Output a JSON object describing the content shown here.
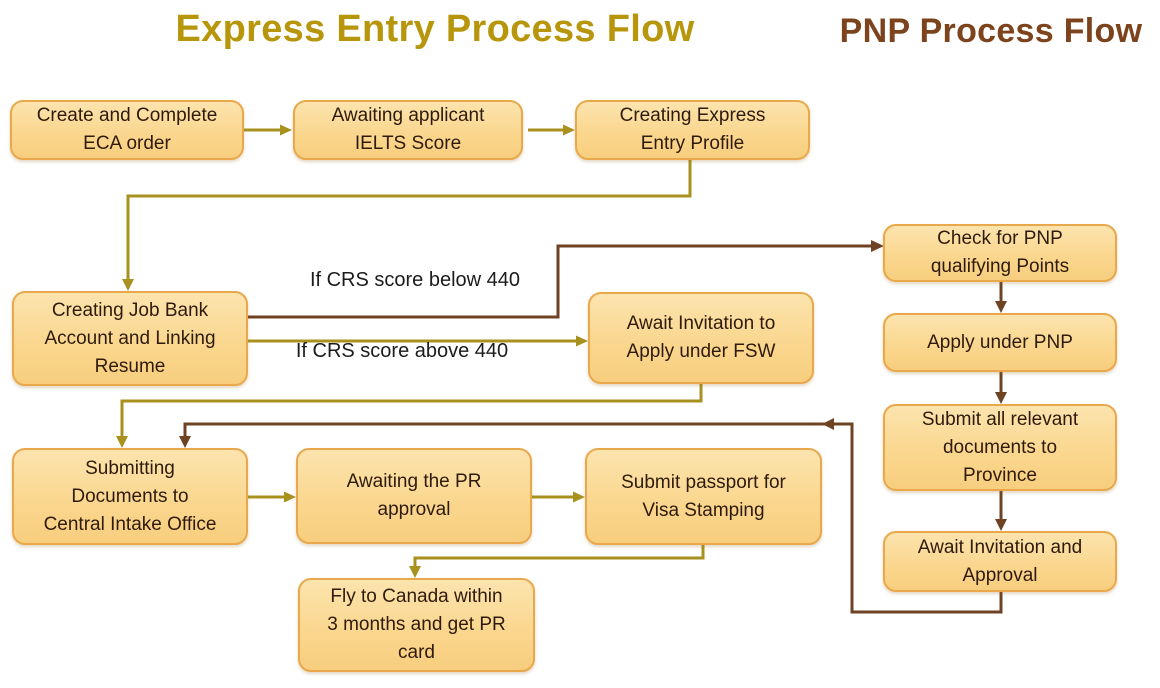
{
  "titles": {
    "left": "Express Entry Process Flow",
    "right": "PNP Process Flow"
  },
  "nodes": {
    "create_eca": "Create and Complete\nECA order",
    "awaiting_ielts": "Awaiting applicant\nIELTS Score",
    "ee_profile": "Creating Express\nEntry Profile",
    "job_bank": "Creating Job Bank\nAccount and Linking\nResume",
    "fsw_invite": "Await Invitation to\nApply under FSW",
    "check_pnp": "Check for PNP\nqualifying Points",
    "apply_pnp": "Apply under PNP",
    "province_docs": "Submit all relevant\ndocuments to\nProvince",
    "pnp_approval": "Await Invitation and\nApproval",
    "cio_docs": "Submitting\nDocuments to\nCentral Intake Office",
    "pr_approval": "Awaiting the PR\napproval",
    "visa_stamping": "Submit passport for\nVisa Stamping",
    "fly_canada": "Fly to Canada within\n3 months and get PR\ncard"
  },
  "labels": {
    "crs_below": "If CRS score below 440",
    "crs_above": "If CRS score above 440"
  },
  "edges": [
    {
      "from": "create_eca",
      "to": "awaiting_ielts",
      "color": "gold"
    },
    {
      "from": "awaiting_ielts",
      "to": "ee_profile",
      "color": "gold"
    },
    {
      "from": "ee_profile",
      "to": "job_bank",
      "color": "gold"
    },
    {
      "from": "job_bank",
      "to": "check_pnp",
      "color": "brown",
      "label": "If CRS score below 440"
    },
    {
      "from": "job_bank",
      "to": "fsw_invite",
      "color": "gold",
      "label": "If CRS score above 440"
    },
    {
      "from": "fsw_invite",
      "to": "cio_docs",
      "color": "gold"
    },
    {
      "from": "cio_docs",
      "to": "pr_approval",
      "color": "gold"
    },
    {
      "from": "pr_approval",
      "to": "visa_stamping",
      "color": "gold"
    },
    {
      "from": "visa_stamping",
      "to": "fly_canada",
      "color": "gold"
    },
    {
      "from": "check_pnp",
      "to": "apply_pnp",
      "color": "brown"
    },
    {
      "from": "apply_pnp",
      "to": "province_docs",
      "color": "brown"
    },
    {
      "from": "province_docs",
      "to": "pnp_approval",
      "color": "brown"
    },
    {
      "from": "pnp_approval",
      "to": "cio_docs",
      "color": "brown"
    }
  ],
  "colors": {
    "background": "#FFFFFF",
    "title_left": "#B8960C",
    "title_right": "#7C431D",
    "box_fill_top": "#FCE4AE",
    "box_fill_mid": "#FAD78F",
    "box_fill_bottom": "#F8CE7E",
    "box_border": "#E9A84B",
    "box_text": "#2F1B0D",
    "gold_connector": "#A8911F",
    "brown_connector": "#6E4223",
    "label_text": "#1C1C1C"
  }
}
